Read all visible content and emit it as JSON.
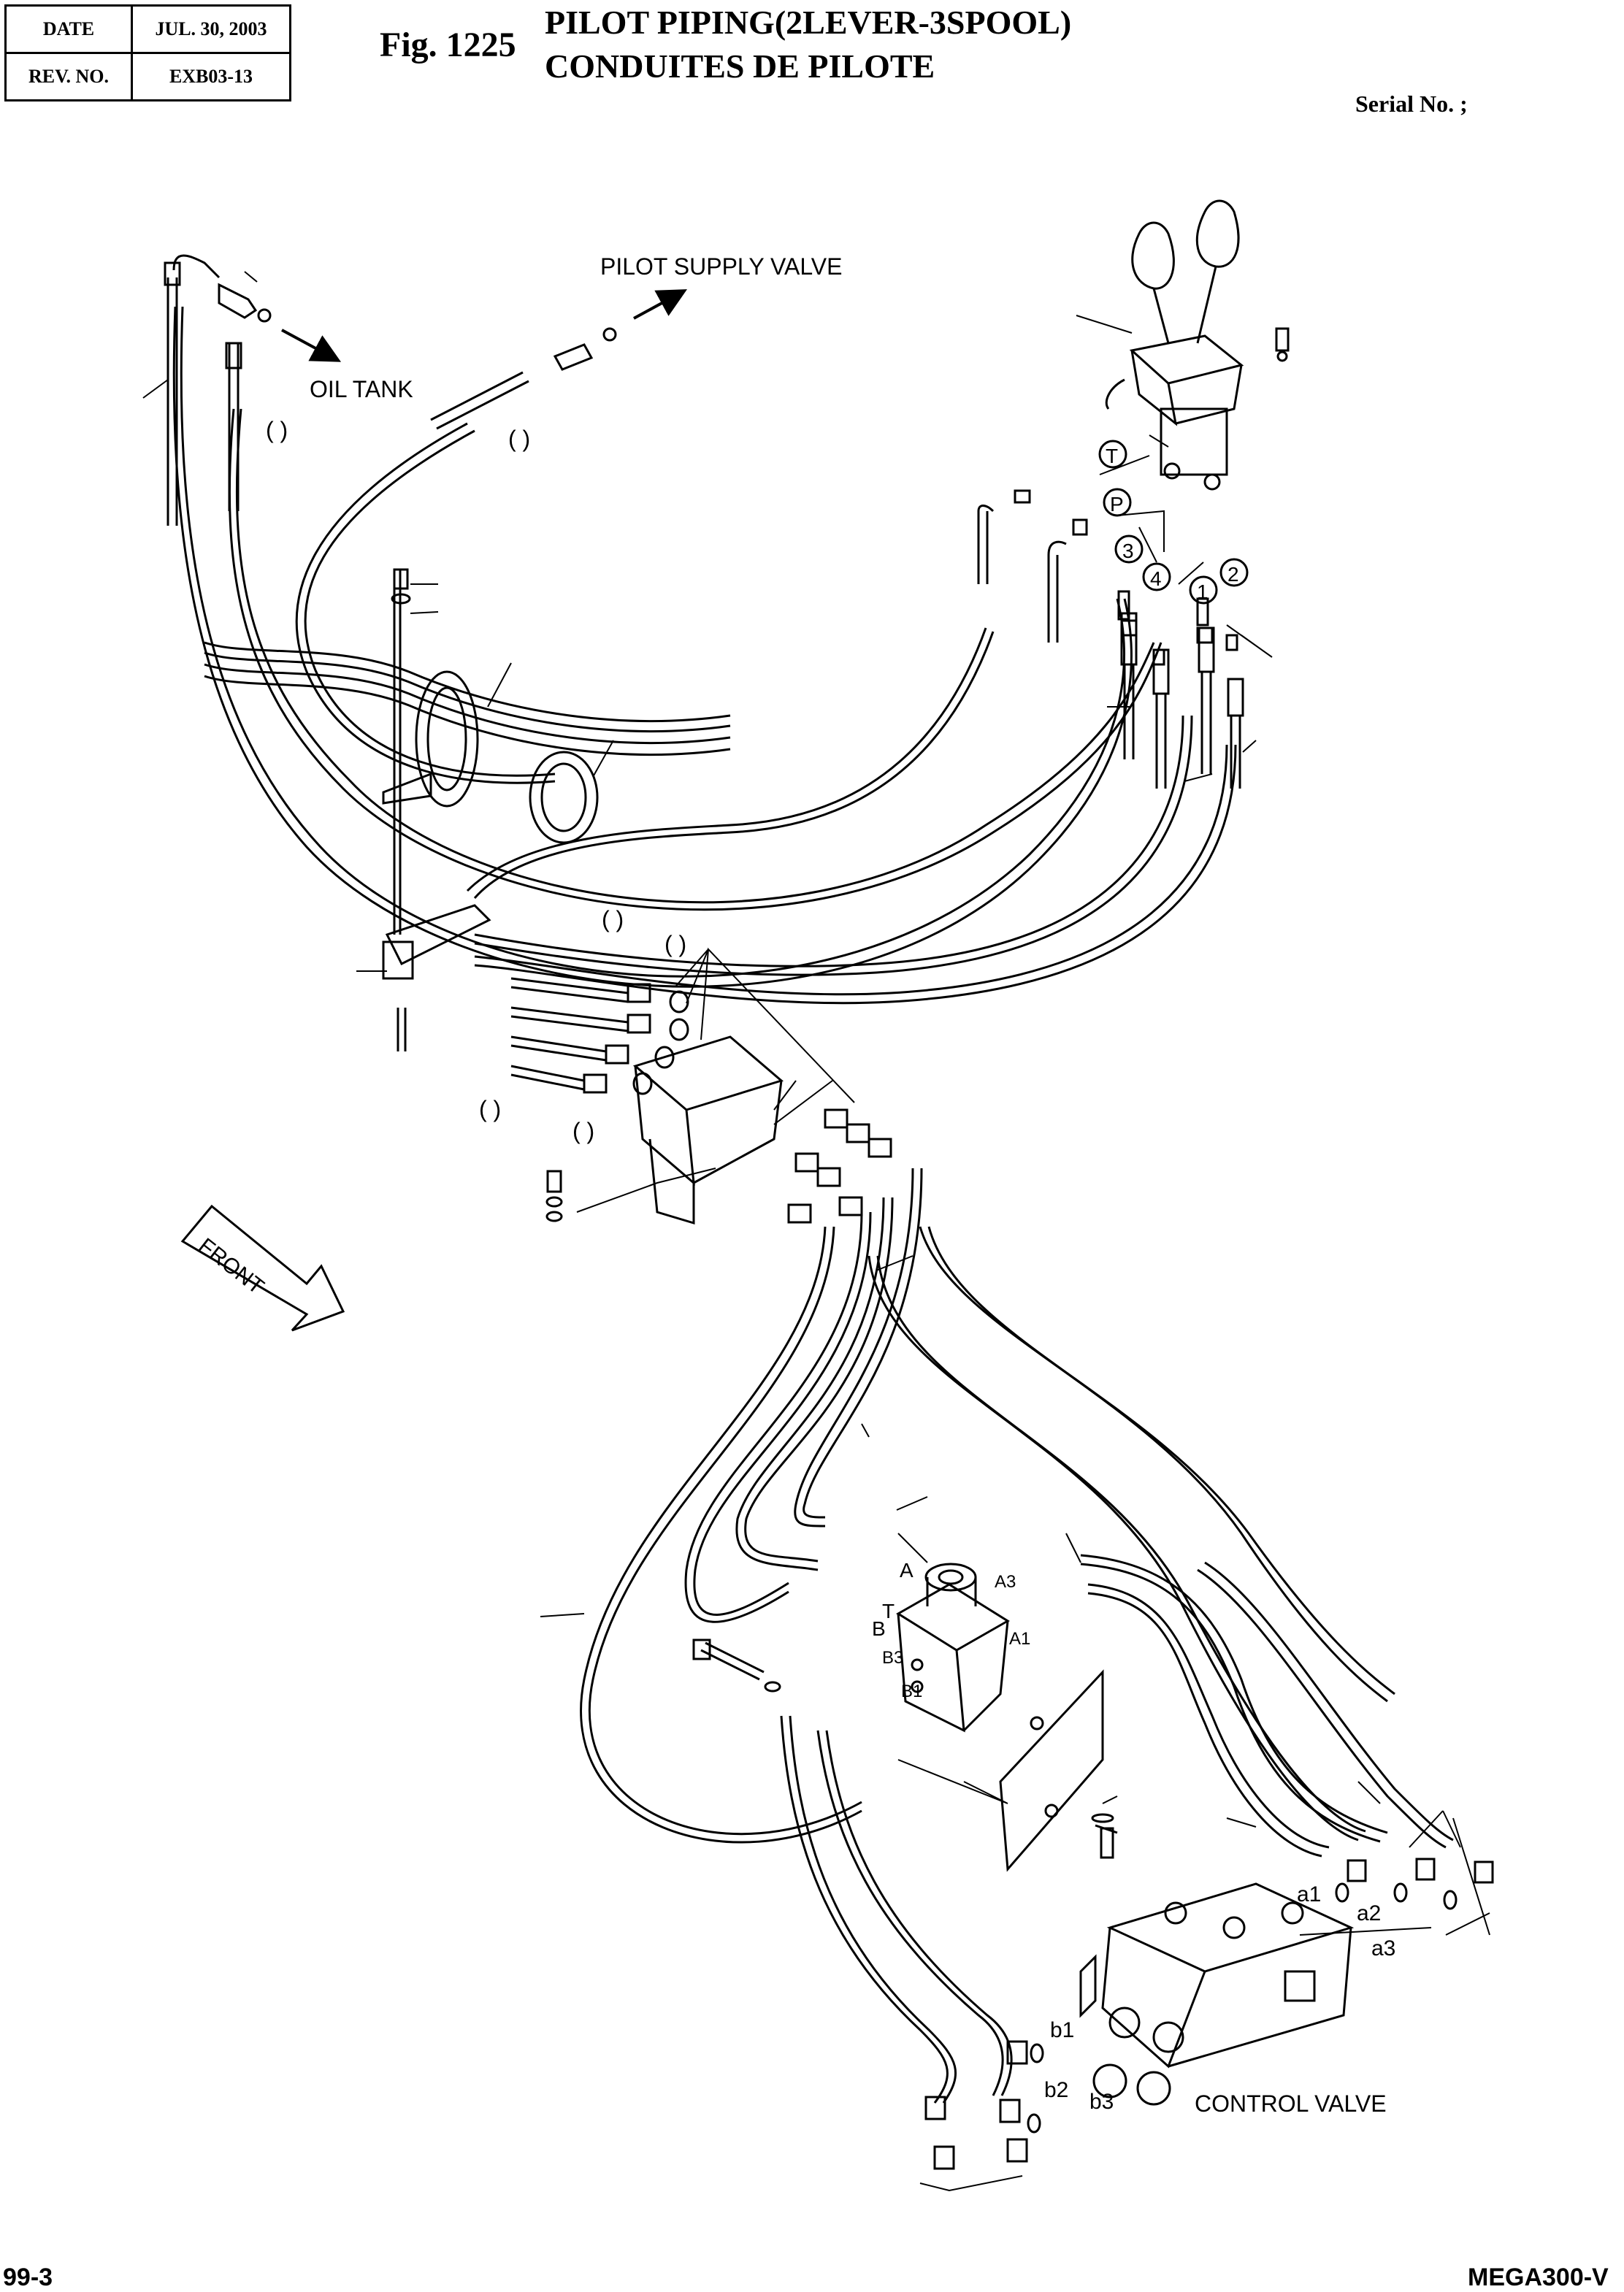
{
  "header": {
    "date_label": "DATE",
    "date_value": "JUL. 30, 2003",
    "rev_label": "REV. NO.",
    "rev_value": "EXB03-13",
    "fig_no": "Fig. 1225",
    "title_en": "PILOT PIPING(2LEVER-3SPOOL)",
    "title_fr": "CONDUITES DE PILOTE",
    "serial": "Serial No. ;"
  },
  "labels": {
    "pilot_supply_valve": "PILOT SUPPLY VALVE",
    "oil_tank": "OIL TANK",
    "front": "FRONT",
    "control_valve": "CONTROL VALVE",
    "paren": "(   )",
    "circle_T": "T",
    "circle_P": "P",
    "circle_1": "1",
    "circle_2": "2",
    "circle_3": "3",
    "circle_4": "4",
    "port_A": "A",
    "port_B": "B",
    "port_T": "T",
    "port_A1": "A1",
    "port_A3": "A3",
    "port_B1": "B1",
    "port_B3": "B3",
    "port_a1": "a1",
    "port_a2": "a2",
    "port_a3": "a3",
    "port_b1": "b1",
    "port_b2": "b2",
    "port_b3": "b3"
  },
  "footer": {
    "page": "99-3",
    "model": "MEGA300-V"
  }
}
